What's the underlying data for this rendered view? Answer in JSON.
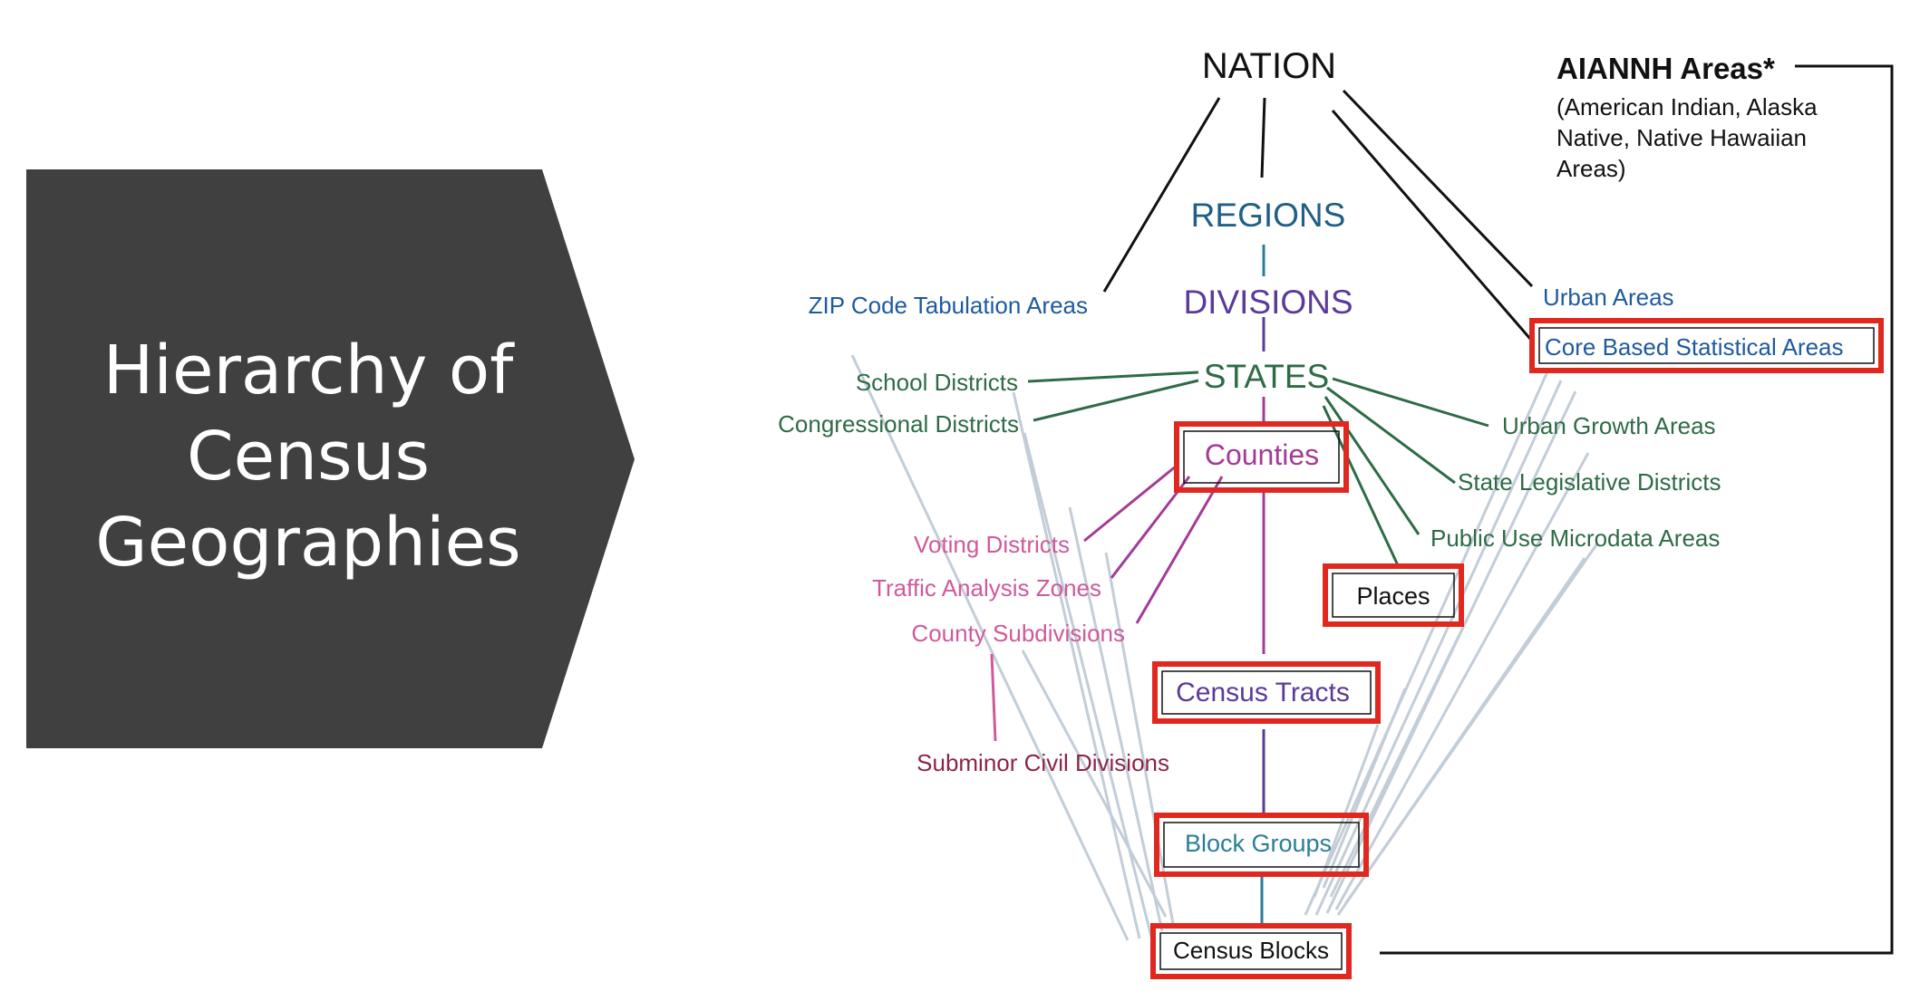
{
  "title": {
    "lines": [
      "Hierarchy of",
      "Census",
      "Geographies"
    ]
  },
  "colors": {
    "banner": "#404040",
    "banner_text": "#ffffff",
    "black": "#111111",
    "teal_blue": "#1f5f86",
    "purple": "#5b3a99",
    "green": "#2e6b47",
    "blue": "#1f5a9e",
    "magenta": "#a33c96",
    "pink": "#cf5a9a",
    "maroon": "#8c2546",
    "teal": "#2a7e98",
    "highlight_box": "#e0281f",
    "gray_line": "#c3cdd8"
  },
  "nodes": {
    "nation": "NATION",
    "regions": "REGIONS",
    "divisions": "DIVISIONS",
    "states": "STATES",
    "counties": "Counties",
    "census_tracts": "Census Tracts",
    "block_groups": "Block Groups",
    "census_blocks": "Census Blocks",
    "places": "Places",
    "zip_code_tabulation_areas": "ZIP Code Tabulation Areas",
    "school_districts": "School Districts",
    "congressional_districts": "Congressional Districts",
    "voting_districts": "Voting Districts",
    "traffic_analysis_zones": "Traffic Analysis Zones",
    "county_subdivisions": "County Subdivisions",
    "subminor_civil_divisions": "Subminor Civil Divisions",
    "urban_areas": "Urban Areas",
    "core_based_statistical_areas": "Core Based Statistical Areas",
    "urban_growth_areas": "Urban Growth Areas",
    "state_legislative_districts": "State Legislative Districts",
    "public_use_microdata_areas": "Public Use Microdata Areas",
    "aiannh_title": "AIANNH Areas*",
    "aiannh_desc": [
      "(American Indian, Alaska",
      "Native, Native Hawaiian",
      "Areas)"
    ]
  }
}
